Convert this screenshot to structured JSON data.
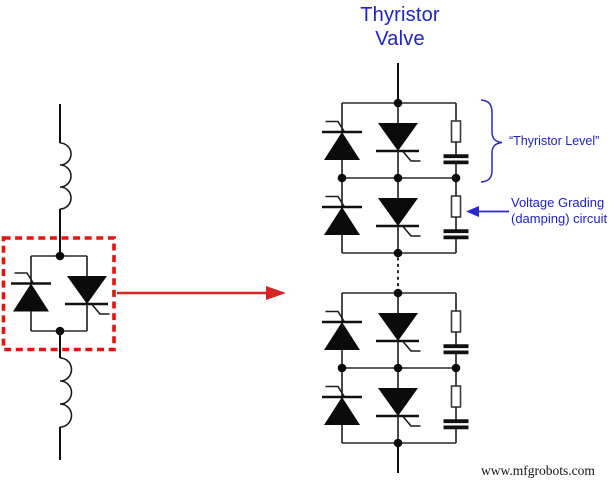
{
  "title": {
    "line1": "Thyristor",
    "line2": "Valve"
  },
  "annotations": {
    "thyristor_level": "“Thyristor Level”",
    "voltage_grading": {
      "line1": "Voltage Grading",
      "line2": "(damping) circuit"
    }
  },
  "watermark": "www.mfgrobots.com",
  "colors": {
    "annotation_blue": "#2121cd",
    "highlight_red": "#e61212",
    "arrow_red": "#d42424",
    "circuit_black": "#101010"
  },
  "diagram": {
    "left_circuit": {
      "components": [
        "inductor",
        "antiparallel-thyristor-pair",
        "inductor"
      ],
      "highlight": "red dashed box around antiparallel thyristor pair"
    },
    "valve": {
      "visible_levels": 4,
      "level_components": [
        "thyristor-reverse",
        "thyristor-forward",
        "grading-resistor",
        "grading-capacitor"
      ],
      "continuation": "dotted line between level 2 and level 3"
    }
  }
}
